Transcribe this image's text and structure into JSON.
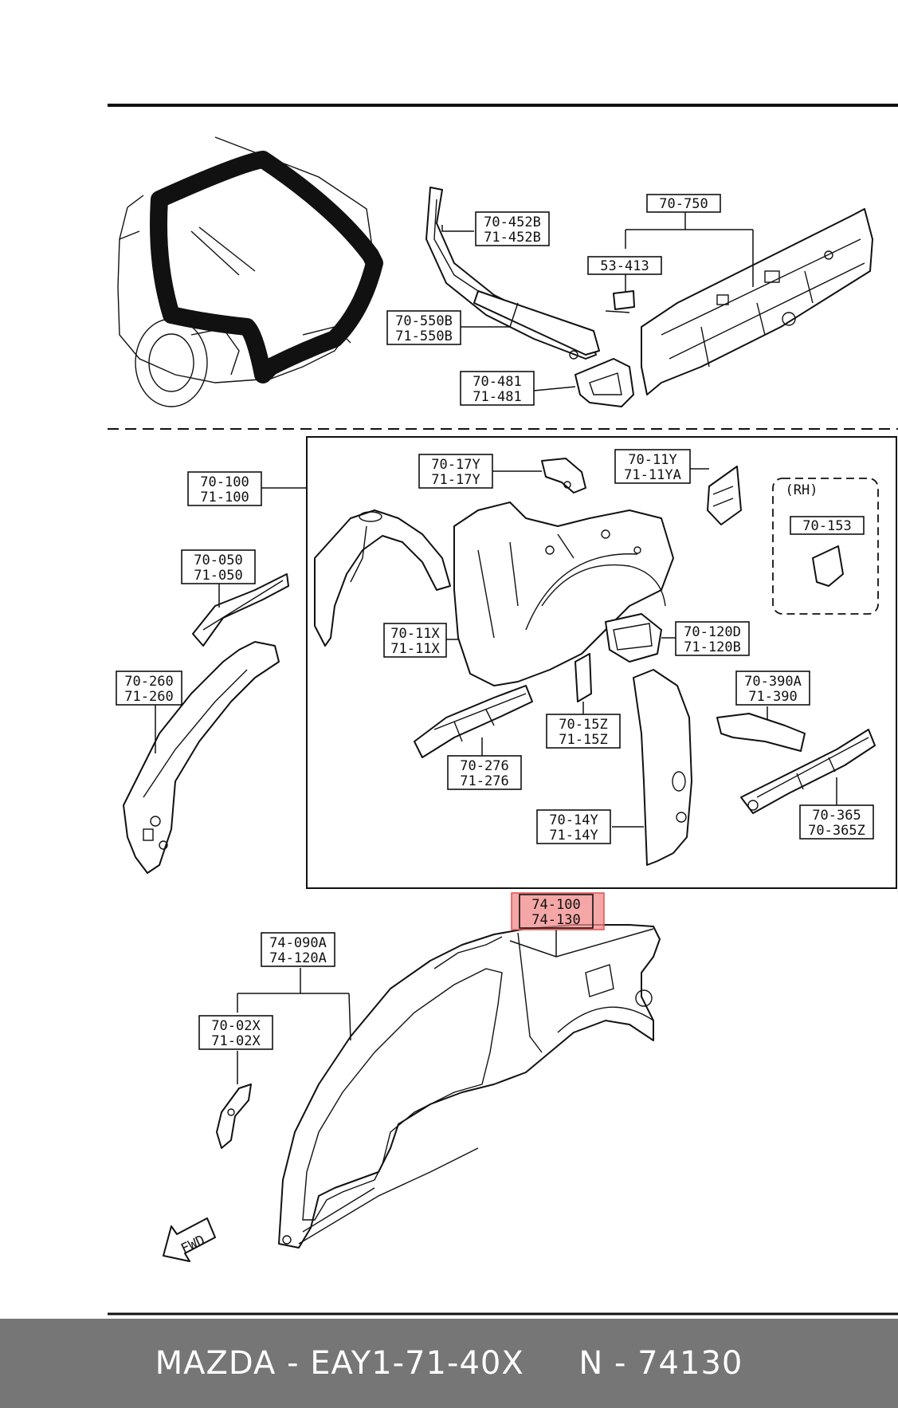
{
  "labels": {
    "l_70_452B": [
      "70-452B",
      "71-452B"
    ],
    "l_70_750": [
      "70-750"
    ],
    "l_53_413": [
      "53-413"
    ],
    "l_70_550B": [
      "70-550B",
      "71-550B"
    ],
    "l_70_481": [
      "70-481",
      "71-481"
    ],
    "l_70_100": [
      "70-100",
      "71-100"
    ],
    "l_70_17Y": [
      "70-17Y",
      "71-17Y"
    ],
    "l_70_11Y": [
      "70-11Y",
      "71-11YA"
    ],
    "l_rh": [
      "(RH)"
    ],
    "l_70_153": [
      "70-153"
    ],
    "l_70_050": [
      "70-050",
      "71-050"
    ],
    "l_70_11X": [
      "70-11X",
      "71-11X"
    ],
    "l_70_120D": [
      "70-120D",
      "71-120B"
    ],
    "l_70_260": [
      "70-260",
      "71-260"
    ],
    "l_70_390A": [
      "70-390A",
      "71-390"
    ],
    "l_70_15Z": [
      "70-15Z",
      "71-15Z"
    ],
    "l_70_276": [
      "70-276",
      "71-276"
    ],
    "l_70_365": [
      "70-365",
      "70-365Z"
    ],
    "l_70_14Y": [
      "70-14Y",
      "71-14Y"
    ],
    "l_74_100": [
      "74-100",
      "74-130"
    ],
    "l_74_090A": [
      "74-090A",
      "74-120A"
    ],
    "l_70_02X": [
      "70-02X",
      "71-02X"
    ],
    "l_fwd": [
      "FWD"
    ]
  },
  "highlight_color": "#f28a8a",
  "footer": {
    "text": "MAZDA - EAY1-71-40X     N - 74130"
  }
}
